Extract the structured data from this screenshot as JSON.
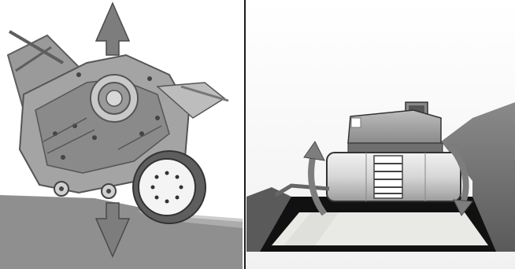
{
  "figure": {
    "panels": [
      {
        "id": "left",
        "subject": "rotor-assembly-side-view",
        "arrows": [
          "up-arrow",
          "down-arrow"
        ]
      },
      {
        "id": "right",
        "subject": "drum-in-trench-front-view",
        "arrows": [
          "rotate-left-arrow",
          "rotate-right-arrow"
        ]
      }
    ],
    "colors": {
      "ground": "#8f8f8f",
      "ground_light": "#b8b8b8",
      "machine_dark": "#5e5e5e",
      "machine_mid": "#9a9a9a",
      "machine_light": "#cfcfcf",
      "arrow": "#7d7d7d",
      "divider": "#1a1a1a",
      "trench": "#111111",
      "sand": "#e9e9e6"
    }
  }
}
